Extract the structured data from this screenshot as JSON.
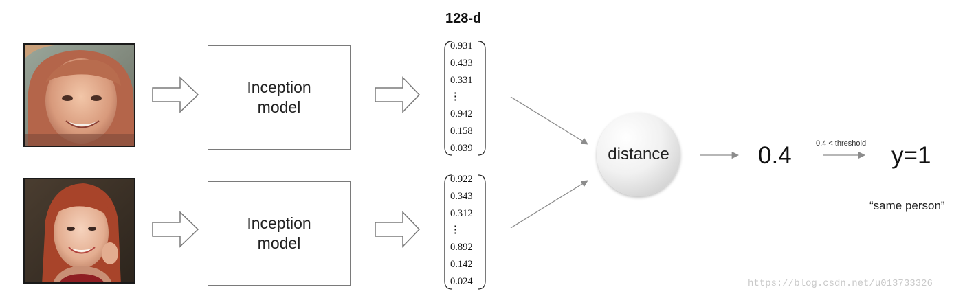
{
  "heading": "128-d",
  "model": {
    "line1": "Inception",
    "line2": "model"
  },
  "vectors": [
    {
      "values": [
        "0.931",
        "0.433",
        "0.331",
        "⋮",
        "0.942",
        "0.158",
        "0.039"
      ]
    },
    {
      "values": [
        "0.922",
        "0.343",
        "0.312",
        "⋮",
        "0.892",
        "0.142",
        "0.024"
      ]
    }
  ],
  "distance_label": "distance",
  "distance_value": "0.4",
  "threshold_label": "0.4 < threshold",
  "output_label": "y=1",
  "verdict_label": "“same person”",
  "watermark": "https://blog.csdn.net/u013733326",
  "colors": {
    "line": "#7a7a7a",
    "arrow": "#8c8c8c",
    "text": "#111111"
  },
  "icons": {
    "block_arrow": "hollow-right-arrow",
    "connector": "thin-arrow"
  }
}
